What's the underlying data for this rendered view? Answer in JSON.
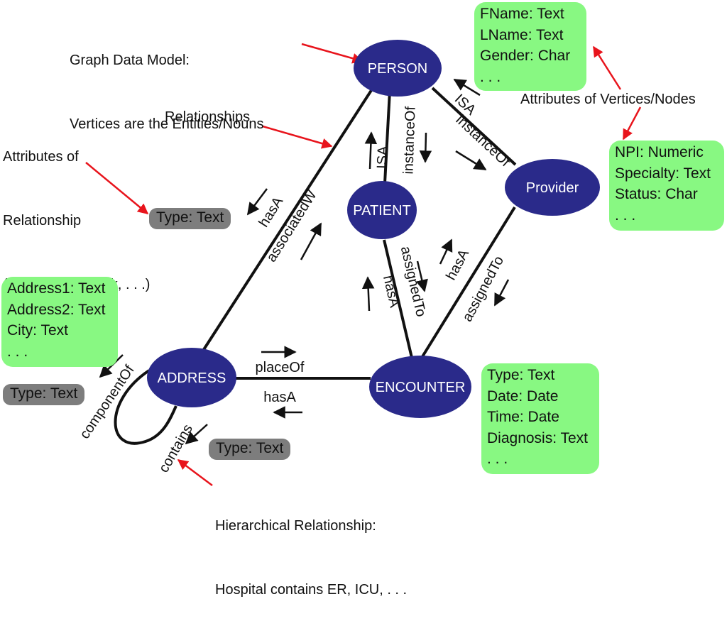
{
  "notes": {
    "graph_model": [
      "Graph Data Model:",
      "Vertices are the Entities/Nouns"
    ],
    "rel_attributes": [
      "Attributes of",
      "Relationship",
      "(e.g., Home, Work, . . .)"
    ],
    "relationships": "Relationships",
    "vertex_attributes": "Attributes of Vertices/Nodes",
    "hierarchical": [
      "Hierarchical Relationship:",
      "Hospital contains ER, ICU, . . ."
    ]
  },
  "nodes": {
    "person": "PERSON",
    "patient": "PATIENT",
    "provider": "Provider",
    "address": "ADDRESS",
    "encounter": "ENCOUNTER"
  },
  "edges": {
    "person_address_1": "hasA",
    "person_address_2": "associatedW",
    "person_patient_1": "ISA",
    "person_patient_2": "instanceOf",
    "person_provider_1": "ISA",
    "person_provider_2": "instanceOf",
    "patient_encounter_1": "hasA",
    "patient_encounter_2": "assignedTo",
    "provider_encounter_1": "hasA",
    "provider_encounter_2": "assignedTo",
    "address_encounter_1": "placeOf",
    "address_encounter_2": "hasA",
    "address_self_1": "componentOf",
    "address_self_2": "contains"
  },
  "attribute_boxes": {
    "person": [
      "FName: Text",
      "LName: Text",
      "Gender: Char",
      ". . ."
    ],
    "provider": [
      "NPI: Numeric",
      "Specialty: Text",
      "Status: Char",
      ". . ."
    ],
    "address": [
      "Address1: Text",
      "Address2: Text",
      "City: Text",
      ". . ."
    ],
    "encounter": [
      "Type: Text",
      "Date: Date",
      "Time: Date",
      "Diagnosis: Text",
      ". . ."
    ]
  },
  "relationship_tags": {
    "associated": "Type: Text",
    "component": "Type: Text",
    "contains": "Type: Text"
  },
  "colors": {
    "node_fill": "#2a2a8a",
    "attr_fill": "#88f882",
    "tag_fill": "#7d7d7d",
    "pointer": "#e8141c"
  }
}
